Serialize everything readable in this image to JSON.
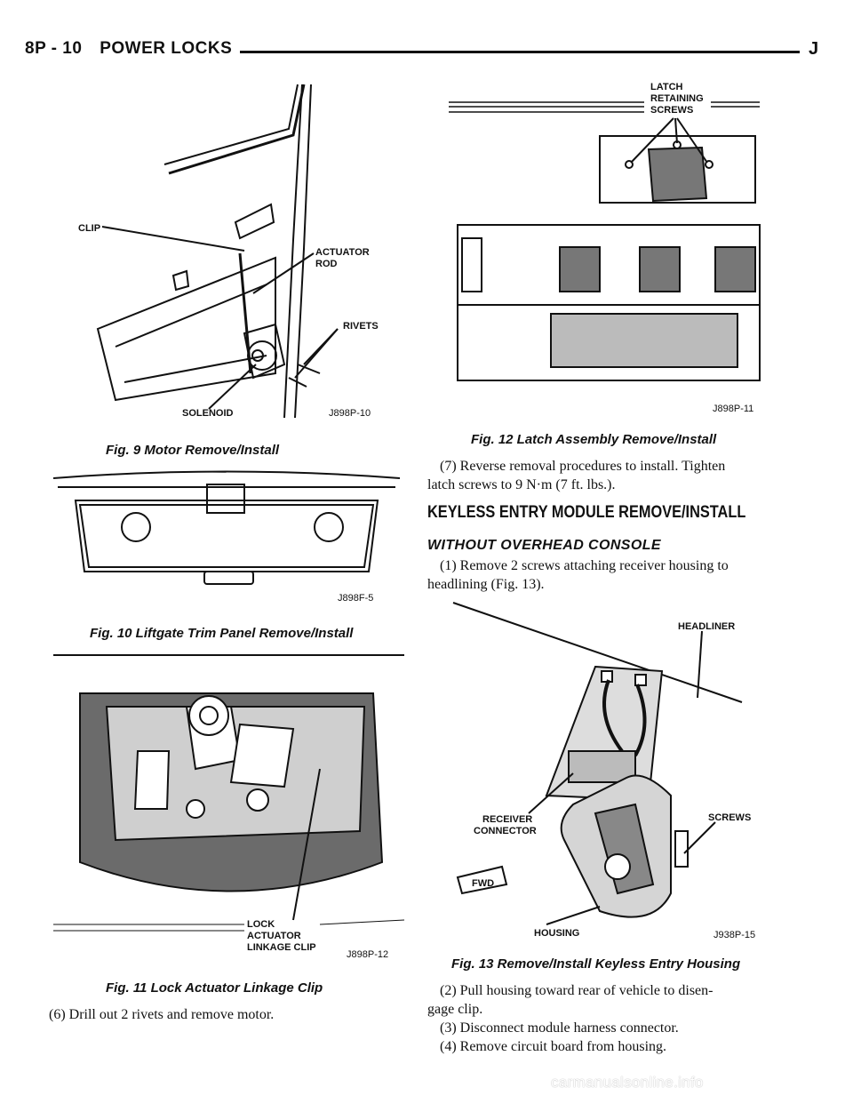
{
  "header": {
    "page_number": "8P - 10",
    "section": "POWER LOCKS",
    "model": "J"
  },
  "figures": {
    "fig9": {
      "caption": "Fig. 9 Motor Remove/Install",
      "labels": {
        "clip": "CLIP",
        "actuator_rod": [
          "ACTUATOR",
          "ROD"
        ],
        "rivets": "RIVETS",
        "solenoid": "SOLENOID"
      },
      "code": "J898P-10"
    },
    "fig10": {
      "caption": "Fig. 10 Liftgate Trim Panel Remove/Install",
      "code": "J898F-5"
    },
    "fig11": {
      "caption": "Fig. 11 Lock Actuator Linkage Clip",
      "labels": {
        "lock_actuator": [
          "LOCK",
          "ACTUATOR",
          "LINKAGE CLIP"
        ]
      },
      "code": "J898P-12"
    },
    "fig12": {
      "caption": "Fig. 12 Latch Assembly Remove/Install",
      "labels": {
        "latch": [
          "LATCH",
          "RETAINING",
          "SCREWS"
        ]
      },
      "code": "J898P-11"
    },
    "fig13": {
      "caption": "Fig. 13 Remove/Install Keyless Entry Housing",
      "labels": {
        "headliner": "HEADLINER",
        "receiver": [
          "RECEIVER",
          "CONNECTOR"
        ],
        "screws": "SCREWS",
        "housing": "HOUSING",
        "fwd": "FWD"
      },
      "code": "J938P-15"
    }
  },
  "text": {
    "step6": "(6) Drill out 2 rivets and remove motor.",
    "step7_line1": "(7) Reverse removal procedures to install. Tighten",
    "step7_line2": "latch screws to 9 N·m (7 ft. lbs.).",
    "section_title": "KEYLESS ENTRY MODULE REMOVE/INSTALL",
    "subsection_title": "WITHOUT OVERHEAD CONSOLE",
    "k1_line1": "(1) Remove 2 screws attaching receiver housing to",
    "k1_line2": "headlining (Fig. 13).",
    "k2_line1": "(2) Pull housing toward rear of vehicle to disen-",
    "k2_line2": "gage clip.",
    "k3": "(3) Disconnect module harness connector.",
    "k4": "(4) Remove circuit board from housing."
  },
  "watermark": "carmanualsonline.info"
}
